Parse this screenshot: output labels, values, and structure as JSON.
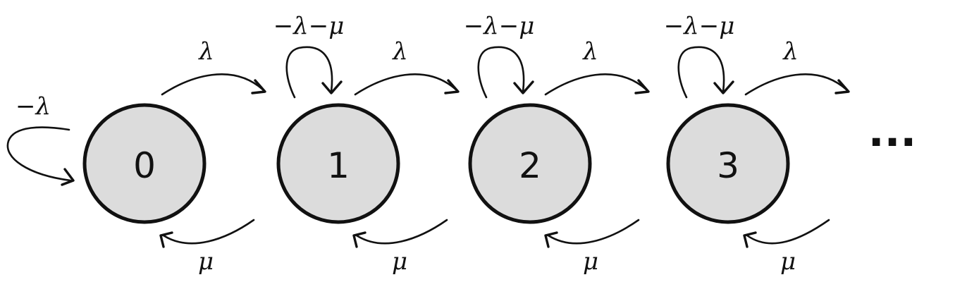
{
  "states": [
    {
      "id": "0",
      "self_loop": "−λ",
      "forward": "λ",
      "back": "μ"
    },
    {
      "id": "1",
      "self_loop": "−λ−μ",
      "forward": "λ",
      "back": "μ"
    },
    {
      "id": "2",
      "self_loop": "−λ−μ",
      "forward": "λ",
      "back": "μ"
    },
    {
      "id": "3",
      "self_loop": "−λ−μ",
      "forward": "λ",
      "back": "μ"
    }
  ],
  "continuation": "···"
}
